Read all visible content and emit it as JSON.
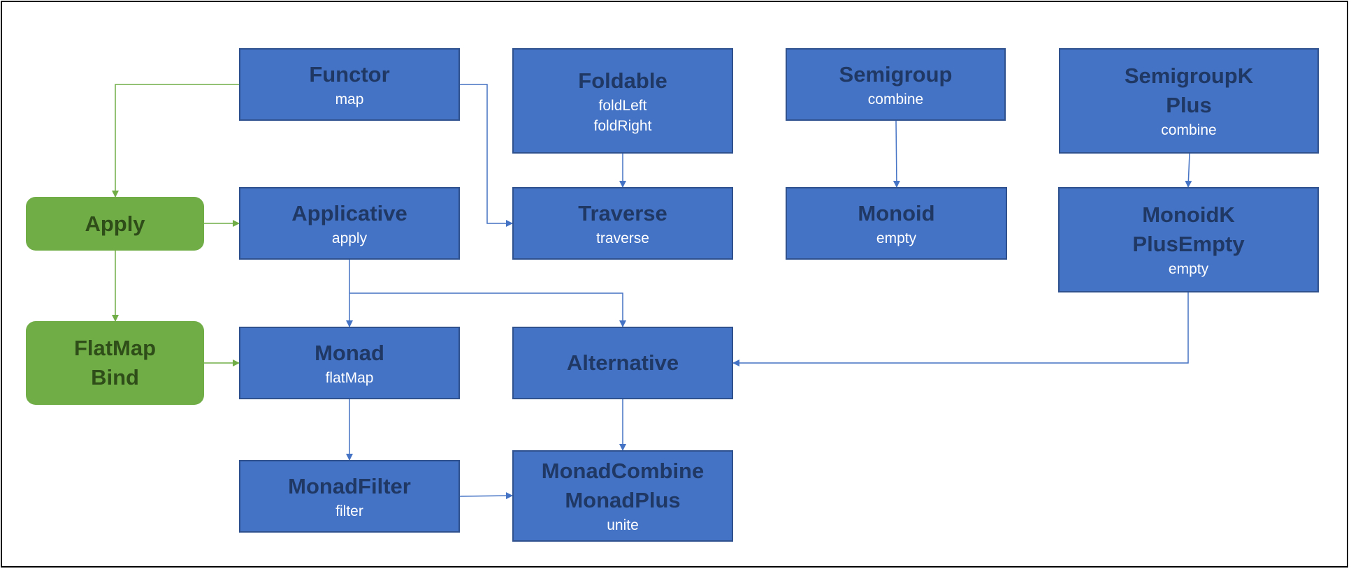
{
  "nodes": {
    "functor": {
      "title": "Functor",
      "methods": [
        "map"
      ]
    },
    "foldable": {
      "title": "Foldable",
      "methods": [
        "foldLeft",
        "foldRight"
      ]
    },
    "semigroup": {
      "title": "Semigroup",
      "methods": [
        "combine"
      ]
    },
    "semigroupk": {
      "title": [
        "SemigroupK",
        "Plus"
      ],
      "methods": [
        "combine"
      ]
    },
    "apply": {
      "title": "Apply"
    },
    "applicative": {
      "title": "Applicative",
      "methods": [
        "apply"
      ]
    },
    "traverse": {
      "title": "Traverse",
      "methods": [
        "traverse"
      ]
    },
    "monoid": {
      "title": "Monoid",
      "methods": [
        "empty"
      ]
    },
    "monoidk": {
      "title": [
        "MonoidK",
        "PlusEmpty"
      ],
      "methods": [
        "empty"
      ]
    },
    "flatmap": {
      "title": [
        "FlatMap",
        "Bind"
      ]
    },
    "monad": {
      "title": "Monad",
      "methods": [
        "flatMap"
      ]
    },
    "alternative": {
      "title": "Alternative"
    },
    "monadfilter": {
      "title": "MonadFilter",
      "methods": [
        "filter"
      ]
    },
    "monadcombine": {
      "title": [
        "MonadCombine",
        "MonadPlus"
      ],
      "methods": [
        "unite"
      ]
    }
  },
  "edges": [
    {
      "from": "functor",
      "to": "apply",
      "color": "#70ad47"
    },
    {
      "from": "functor",
      "to": "traverse",
      "color": "#4472c4"
    },
    {
      "from": "foldable",
      "to": "traverse",
      "color": "#4472c4"
    },
    {
      "from": "semigroup",
      "to": "monoid",
      "color": "#4472c4"
    },
    {
      "from": "semigroupk",
      "to": "monoidk",
      "color": "#4472c4"
    },
    {
      "from": "apply",
      "to": "applicative",
      "color": "#70ad47"
    },
    {
      "from": "apply",
      "to": "flatmap",
      "color": "#70ad47"
    },
    {
      "from": "flatmap",
      "to": "monad",
      "color": "#70ad47"
    },
    {
      "from": "applicative",
      "to": "monad",
      "color": "#4472c4"
    },
    {
      "from": "applicative",
      "to": "alternative",
      "color": "#4472c4"
    },
    {
      "from": "monoidk",
      "to": "alternative",
      "color": "#4472c4"
    },
    {
      "from": "monad",
      "to": "monadfilter",
      "color": "#4472c4"
    },
    {
      "from": "alternative",
      "to": "monadcombine",
      "color": "#4472c4"
    },
    {
      "from": "monadfilter",
      "to": "monadcombine",
      "color": "#4472c4"
    }
  ],
  "colors": {
    "box_fill": "#4472c4",
    "box_title": "#1f3864",
    "box_method": "#ffffff",
    "green_fill": "#70ad47",
    "green_title": "#2e4d18"
  }
}
